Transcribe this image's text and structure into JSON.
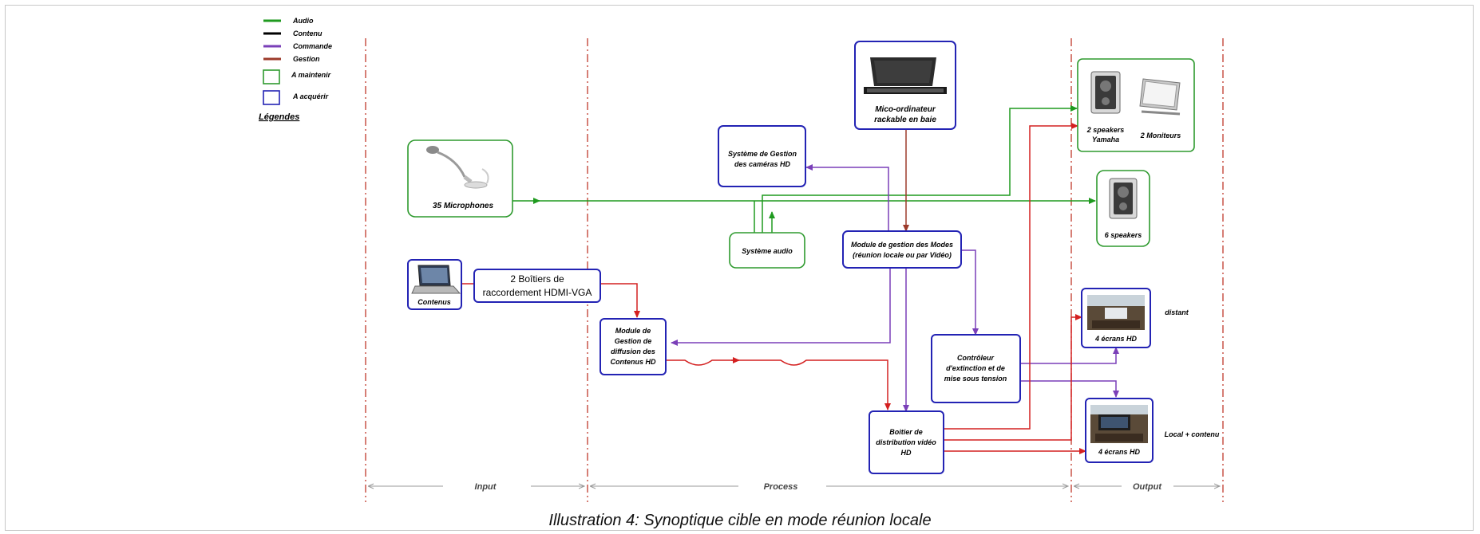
{
  "legend": {
    "heading": "Légendes",
    "items": [
      {
        "label": "Audio",
        "color": "#1f9a1f"
      },
      {
        "label": "Contenu",
        "color": "#000000"
      },
      {
        "label": "Commande",
        "color": "#7a3fb8"
      },
      {
        "label": "Gestion",
        "color": "#9c3a2a"
      }
    ],
    "boxes": [
      {
        "label": "A maintenir",
        "color": "#2e9a2e"
      },
      {
        "label": "A acquérir",
        "color": "#2323b4"
      }
    ]
  },
  "zones": {
    "input": "Input",
    "process": "Process",
    "output": "Output"
  },
  "nodes": {
    "microphones": "35 Microphones",
    "contenus": "Contenus",
    "boitiers_line1": "2 Boîtiers de",
    "boitiers_line2": "raccordement HDMI-VGA",
    "cam_line1": "Système de Gestion",
    "cam_line2": "des caméras HD",
    "systeme_audio": "Système audio",
    "micro_line1": "Mico-ordinateur",
    "micro_line2": "rackable en baie",
    "modes_line1": "Module de gestion des Modes",
    "modes_line2": "(réunion locale ou par Vidéo)",
    "diff_line1": "Module de",
    "diff_line2": "Gestion de",
    "diff_line3": "diffusion des",
    "diff_line4": "Contenus HD",
    "ctrl_line1": "Contrôleur",
    "ctrl_line2": "d'extinction et de",
    "ctrl_line3": "mise sous tension",
    "dist_line1": "Boitier de",
    "dist_line2": "distribution vidéo",
    "dist_line3": "HD",
    "speakers2_line1": "2 speakers",
    "speakers2_line2": "Yamaha",
    "moniteurs": "2 Moniteurs",
    "speakers6": "6 speakers",
    "ecrans_distant": "4 écrans HD",
    "ecrans_local": "4 écrans HD",
    "label_distant": "distant",
    "label_local": "Local + contenu"
  },
  "colors": {
    "audio": "#1f9a1f",
    "commande": "#7a3fb8",
    "gestion": "#9c3a2a",
    "red": "#d42020",
    "green_box": "#2e9a2e",
    "blue_box": "#2323b4",
    "zone_divider": "#c0392b"
  },
  "caption": "Illustration 4: Synoptique cible en mode réunion locale"
}
